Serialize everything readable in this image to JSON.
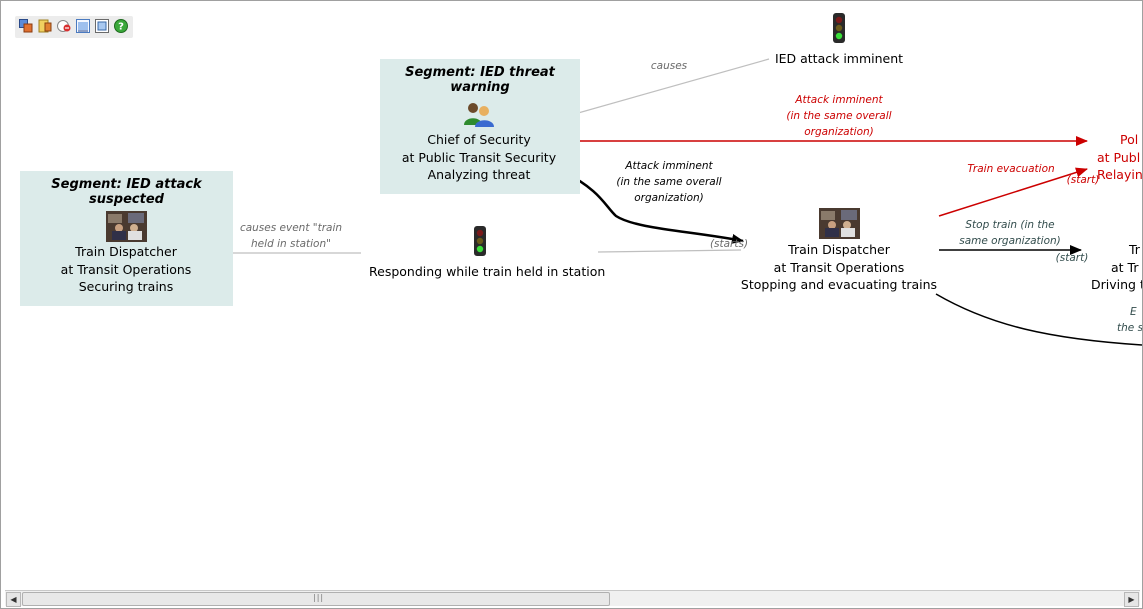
{
  "segments": [
    {
      "title": "Segment: IED attack suspected"
    },
    {
      "title": "Segment: IED threat warning"
    }
  ],
  "nodes": {
    "dispatcher_securing": [
      "Train Dispatcher",
      "at Transit Operations",
      "Securing trains"
    ],
    "chief_security": [
      "Chief of Security",
      "at Public Transit Security",
      "Analyzing threat"
    ],
    "responding": [
      "Responding while train held in station"
    ],
    "ied_imminent": [
      "IED attack imminent"
    ],
    "dispatcher_stopping": [
      "Train Dispatcher",
      "at Transit Operations",
      "Stopping and evacuating trains"
    ],
    "police_partial": [
      "Pol",
      "at Publ",
      "Relayin"
    ],
    "train_driver_partial": [
      "Tr",
      "at Tr",
      "Driving t"
    ]
  },
  "labels": {
    "causes": "causes",
    "causes_event": [
      "causes event \"train",
      "held in station\""
    ],
    "attack_imminent_red": [
      "Attack imminent",
      "(in the same overall",
      "organization)"
    ],
    "attack_imminent_black": [
      "Attack imminent",
      "(in the same overall",
      "organization)"
    ],
    "starts": "(starts)",
    "train_evacuation": "Train evacuation",
    "start_red": "(start)",
    "stop_train": [
      "Stop train (in the",
      "same organization)"
    ],
    "start_black": "(start)",
    "partial_bottom": [
      "E",
      "the s"
    ]
  },
  "colors": {
    "segment_bg": "#dcebea",
    "red_edge": "#cc0000",
    "gray_edge": "#bfbfbf",
    "black_edge": "#000000"
  },
  "icons": [
    "layers-icon",
    "bookmark-icon",
    "clock-icon",
    "chart-icon",
    "fit-view-icon",
    "help-icon"
  ]
}
